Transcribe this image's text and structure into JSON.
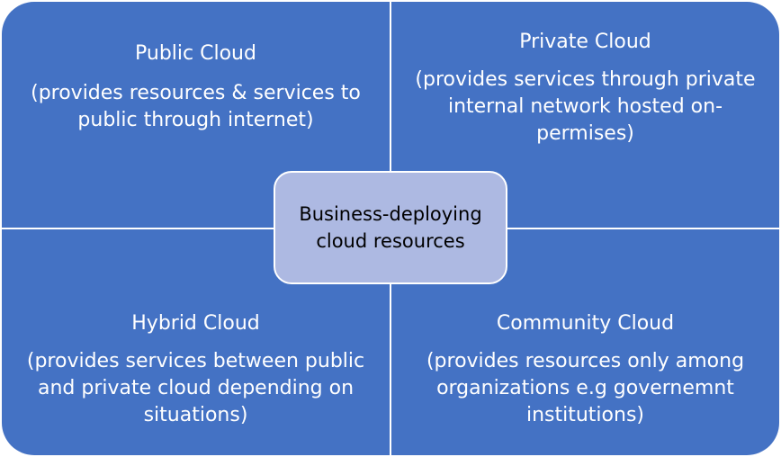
{
  "quadrants": {
    "public": {
      "title": "Public Cloud",
      "description": "(provides resources & services to public through internet)"
    },
    "private": {
      "title": "Private Cloud",
      "description": "(provides services through private internal network hosted on-permises)"
    },
    "hybrid": {
      "title": "Hybrid Cloud",
      "description": "(provides services between public and private cloud depending on situations)"
    },
    "community": {
      "title": "Community Cloud",
      "description": "(provides resources only among organizations e.g governemnt institutions)"
    }
  },
  "center": {
    "label": "Business-deploying cloud resources"
  },
  "colors": {
    "quadrant": "#4472c4",
    "center": "#adb9e2",
    "divider": "#ffffff"
  }
}
